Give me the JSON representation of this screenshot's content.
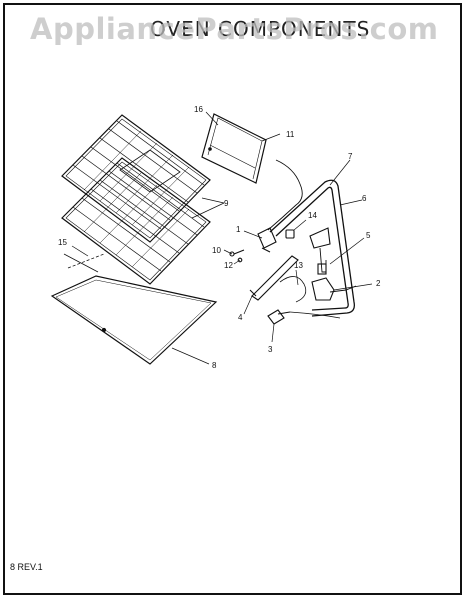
{
  "watermark": "AppliancePartsPros.com",
  "title": "OVEN COMPONENTS",
  "footer": "8 REV.1",
  "callouts": {
    "c1": "1",
    "c2": "2",
    "c3": "3",
    "c4": "4",
    "c5": "5",
    "c6": "6",
    "c7": "7",
    "c8": "8",
    "c9": "9",
    "c10": "10",
    "c11": "11",
    "c12": "12",
    "c13": "13",
    "c14": "14",
    "c15": "15",
    "c16": "16"
  }
}
